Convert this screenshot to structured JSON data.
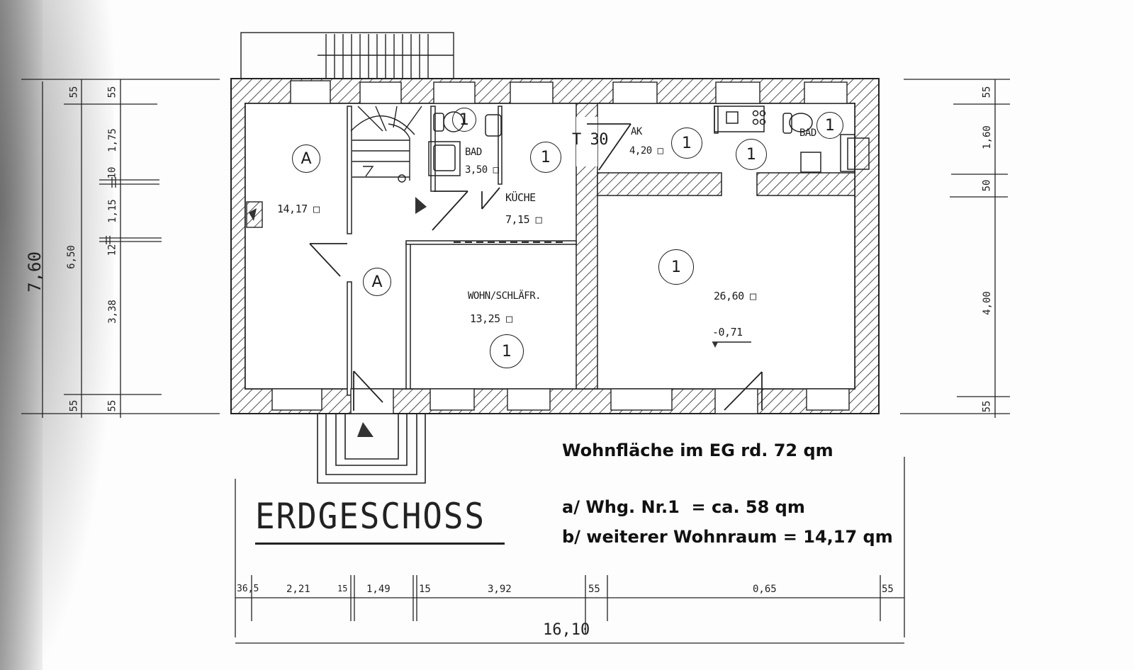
{
  "plan": {
    "title": "ERDGESCHOSS",
    "rooms": [
      {
        "id": "room-a",
        "marker": "A",
        "area": "14,17 □"
      },
      {
        "id": "hall",
        "marker": "A"
      },
      {
        "id": "bad",
        "name": "BAD",
        "area": "3,50 □",
        "marker": "1"
      },
      {
        "id": "kueche",
        "name": "KÜCHE",
        "area": "7,15 □",
        "marker": "1"
      },
      {
        "id": "ak",
        "name": "AK",
        "area": "4,20 □",
        "marker": "1"
      },
      {
        "id": "flur2",
        "marker": "1"
      },
      {
        "id": "bad2",
        "name": "BAD",
        "marker": "1"
      },
      {
        "id": "wohn",
        "name": "WOHN/SCHLÄFR.",
        "area": "13,25 □",
        "marker": "1"
      },
      {
        "id": "big",
        "area": "26,60 □",
        "marker": "1",
        "level": "-0,71"
      }
    ],
    "door_label": "T 30"
  },
  "dimensions": {
    "left_outer": "7,60",
    "left_middle": [
      "55",
      "6,50",
      "55"
    ],
    "left_inner": [
      "55",
      "1,75",
      "10",
      "1,15",
      "12",
      "3,38",
      "55"
    ],
    "right": [
      "55",
      "1,60",
      "50",
      "4,00",
      "55"
    ],
    "bottom": [
      "36,5",
      "2,21",
      "15",
      "1,49",
      "15",
      "3,92",
      "55",
      "0,65",
      "55"
    ],
    "bottom_total": "16,10"
  },
  "notes": {
    "total": "Wohnfläche im EG rd. 72 qm",
    "line_a": "a/ Whg. Nr.1  = ca. 58 qm",
    "line_b": "b/ weiterer Wohnraum = 14,17 qm"
  }
}
